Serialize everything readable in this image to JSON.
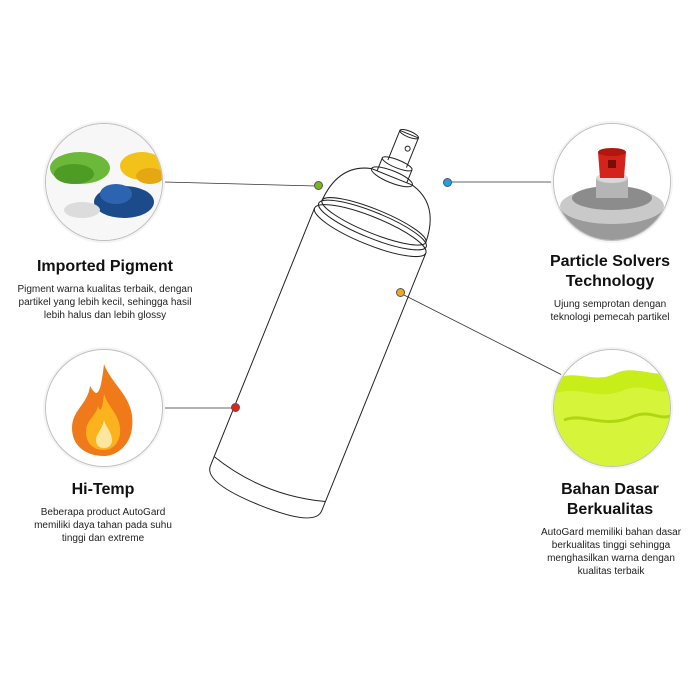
{
  "features": [
    {
      "id": "pigment",
      "title": "Imported Pigment",
      "description": "Pigment warna kualitas terbaik, dengan partikel yang lebih kecil, sehingga hasil lebih halus dan lebih glossy",
      "icon": "pigment-powder-icon",
      "dot_color": "#7ab51d"
    },
    {
      "id": "particle",
      "title": "Particle Solvers Technology",
      "description": "Ujung semprotan dengan teknologi pemecah partikel",
      "icon": "spray-nozzle-icon",
      "dot_color": "#1aa3e8"
    },
    {
      "id": "hitemp",
      "title": "Hi-Temp",
      "description": "Beberapa product AutoGard memiliki daya tahan pada suhu tinggi dan extreme",
      "icon": "flame-icon",
      "dot_color": "#e0241b"
    },
    {
      "id": "base",
      "title": "Bahan Dasar Berkualitas",
      "description": "AutoGard memiliki bahan dasar berkualitas tinggi sehingga menghasilkan warna dengan kualitas terbaik",
      "icon": "lime-paint-icon",
      "dot_color": "#f0a81c"
    }
  ],
  "center_image": "spray-can-outline-icon"
}
